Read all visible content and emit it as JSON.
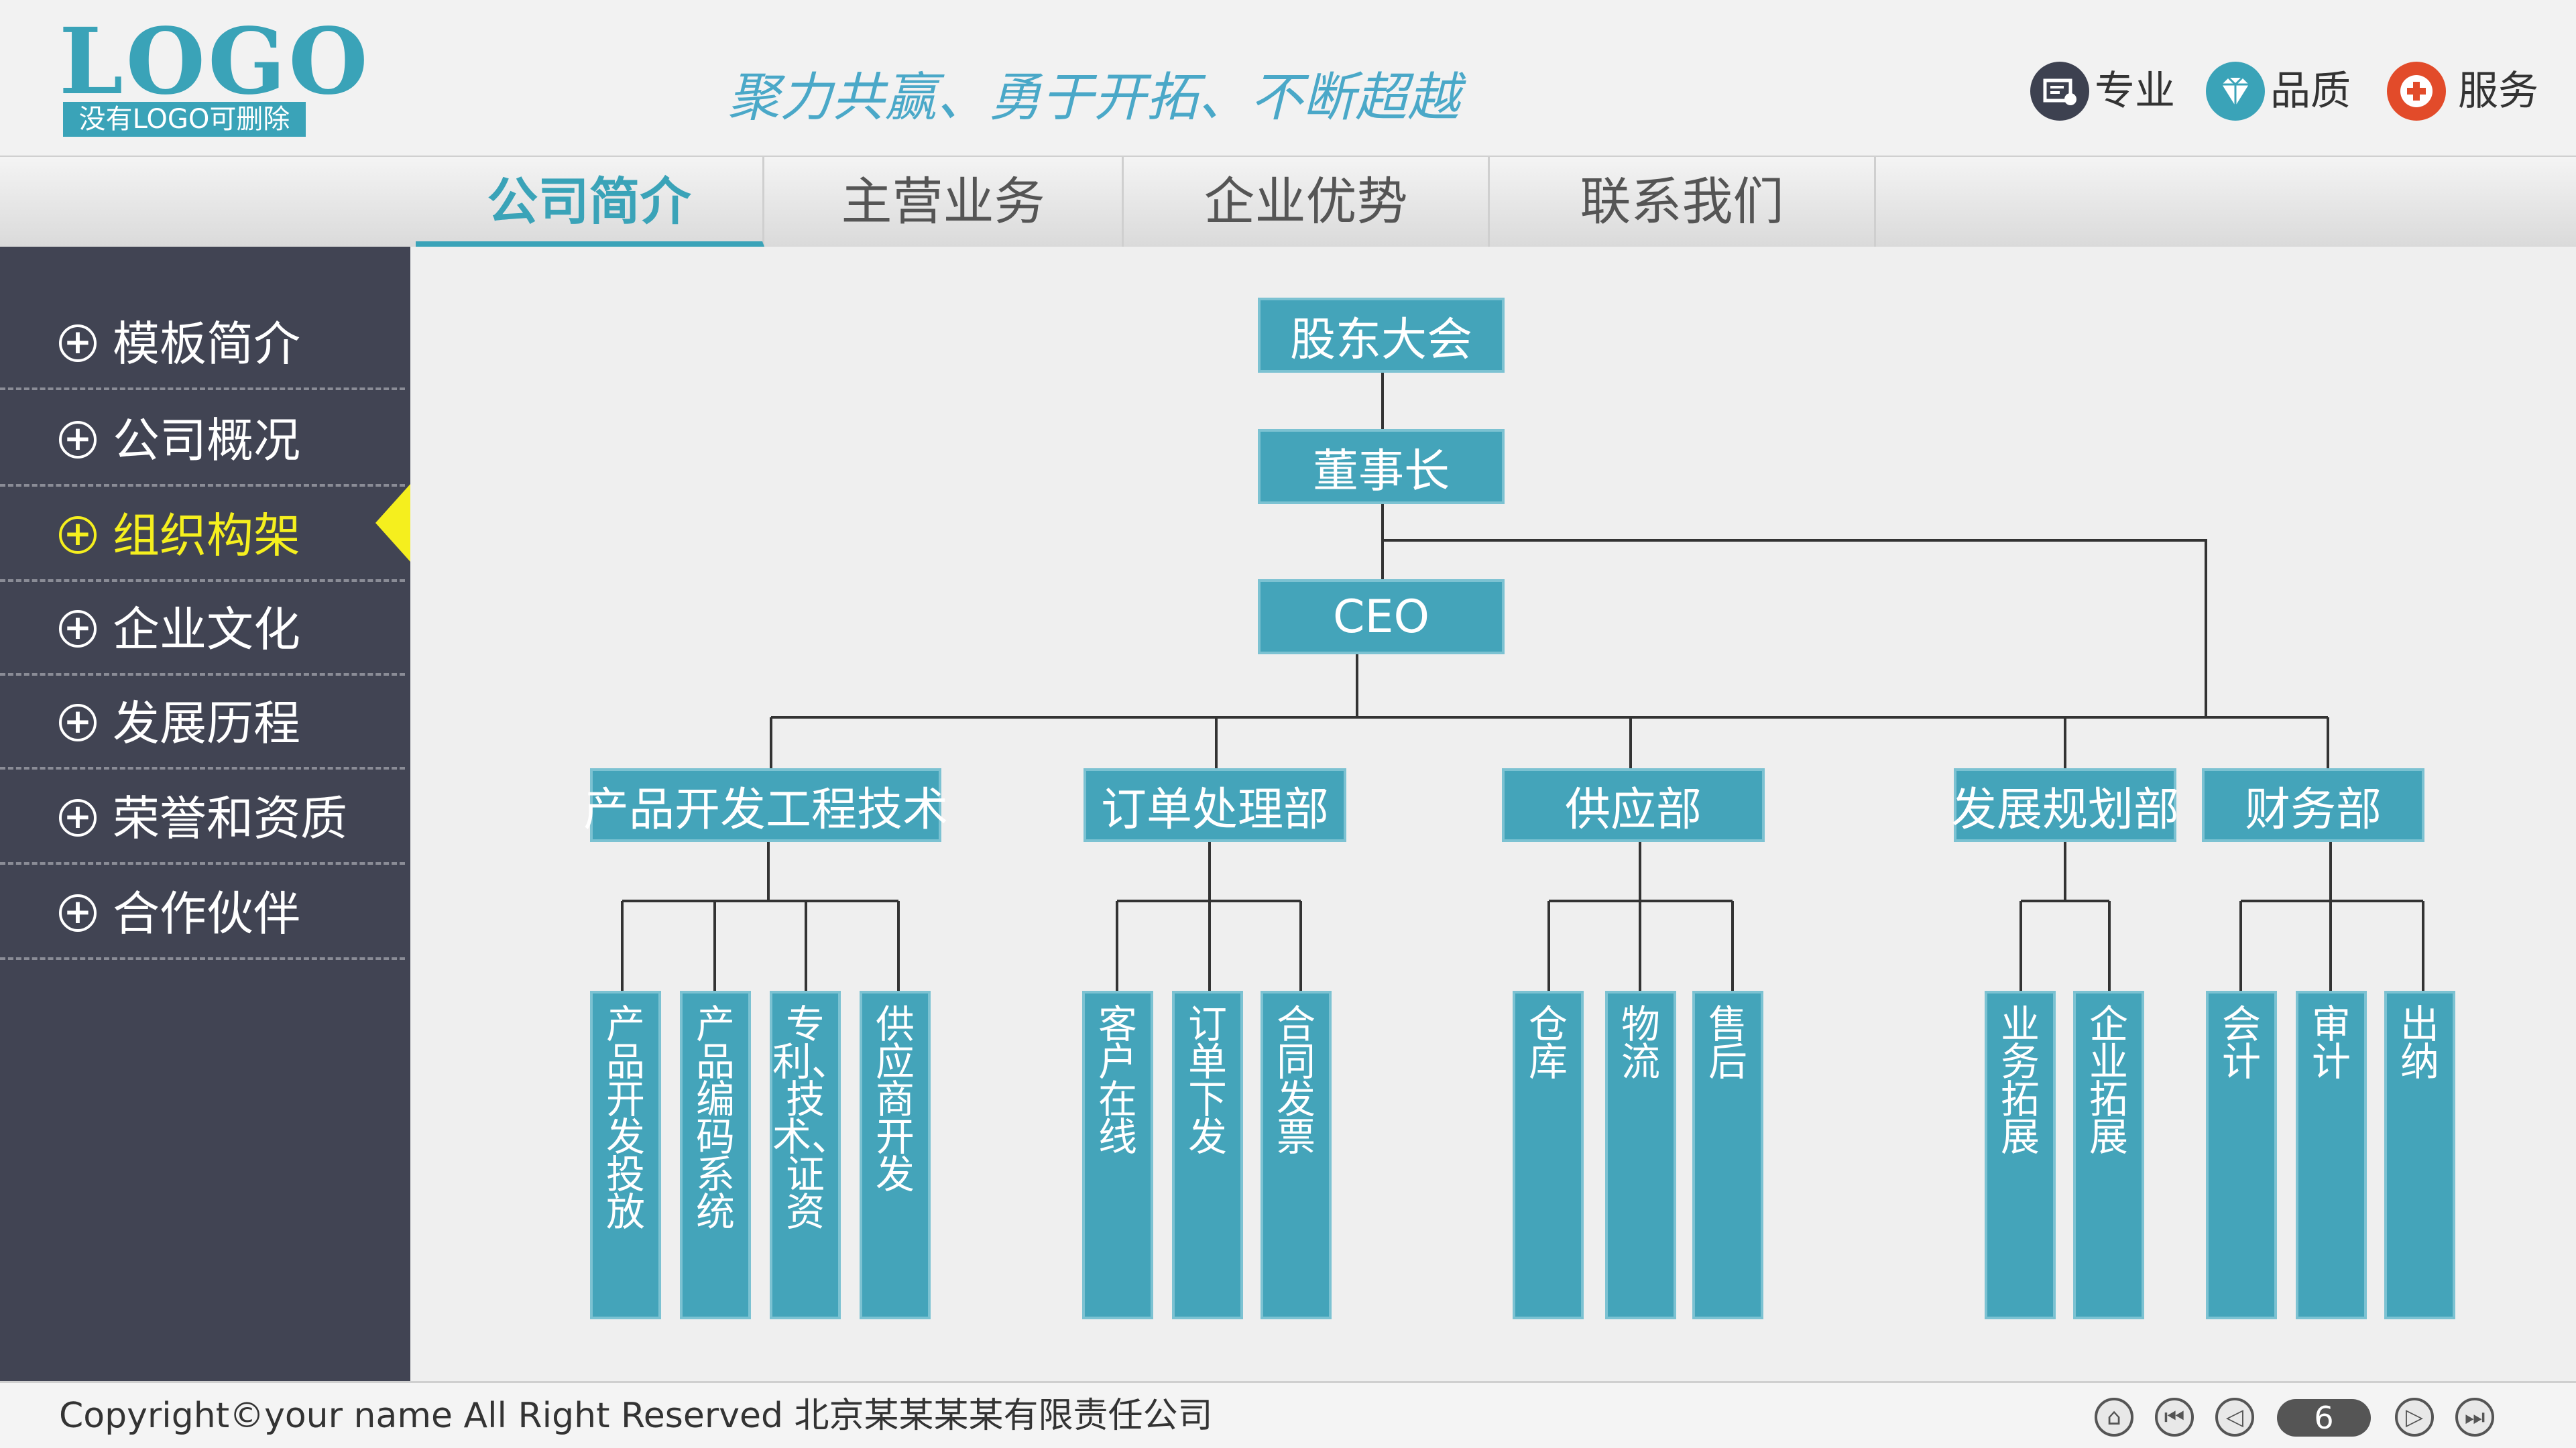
{
  "header": {
    "logo": "LOGO",
    "logo_sub": "没有LOGO可删除",
    "slogan": "聚力共赢、勇于开拓、不断超越",
    "icons": [
      {
        "icon": "certificate-icon",
        "label": "专业",
        "color": "#3d4150"
      },
      {
        "icon": "diamond-icon",
        "label": "品质",
        "color": "#3aa3b8"
      },
      {
        "icon": "plus-service-icon",
        "label": "服务",
        "color": "#e24b2a"
      }
    ]
  },
  "nav": {
    "tabs": [
      "公司简介",
      "主营业务",
      "企业优势",
      "联系我们"
    ],
    "active": "公司简介"
  },
  "sidebar": {
    "items": [
      "模板简介",
      "公司概况",
      "组织构架",
      "企业文化",
      "发展历程",
      "荣誉和资质",
      "合作伙伴"
    ],
    "active": "组织构架"
  },
  "org": {
    "top": "股东大会",
    "chairman": "董事长",
    "ceo": "CEO",
    "departments": [
      {
        "name": "产品开发工程技术",
        "subs": [
          "产品开发投放",
          "产品编码系统",
          "专利、技术、证资",
          "供应商开发"
        ]
      },
      {
        "name": "订单处理部",
        "subs": [
          "客户在线",
          "订单下发",
          "合同发票"
        ]
      },
      {
        "name": "供应部",
        "subs": [
          "仓库",
          "物流",
          "售后"
        ]
      },
      {
        "name": "发展规划部",
        "subs": [
          "业务拓展",
          "企业拓展"
        ]
      },
      {
        "name": "财务部",
        "subs": [
          "会计",
          "审计",
          "出纳"
        ]
      }
    ]
  },
  "footer": {
    "copyright": "Copyright©your name All Right Reserved 北京某某某某有限责任公司",
    "page": "6"
  },
  "colors": {
    "accent": "#3aa3b8",
    "sidebar_bg": "#414453",
    "highlight": "#f5ef1e"
  }
}
